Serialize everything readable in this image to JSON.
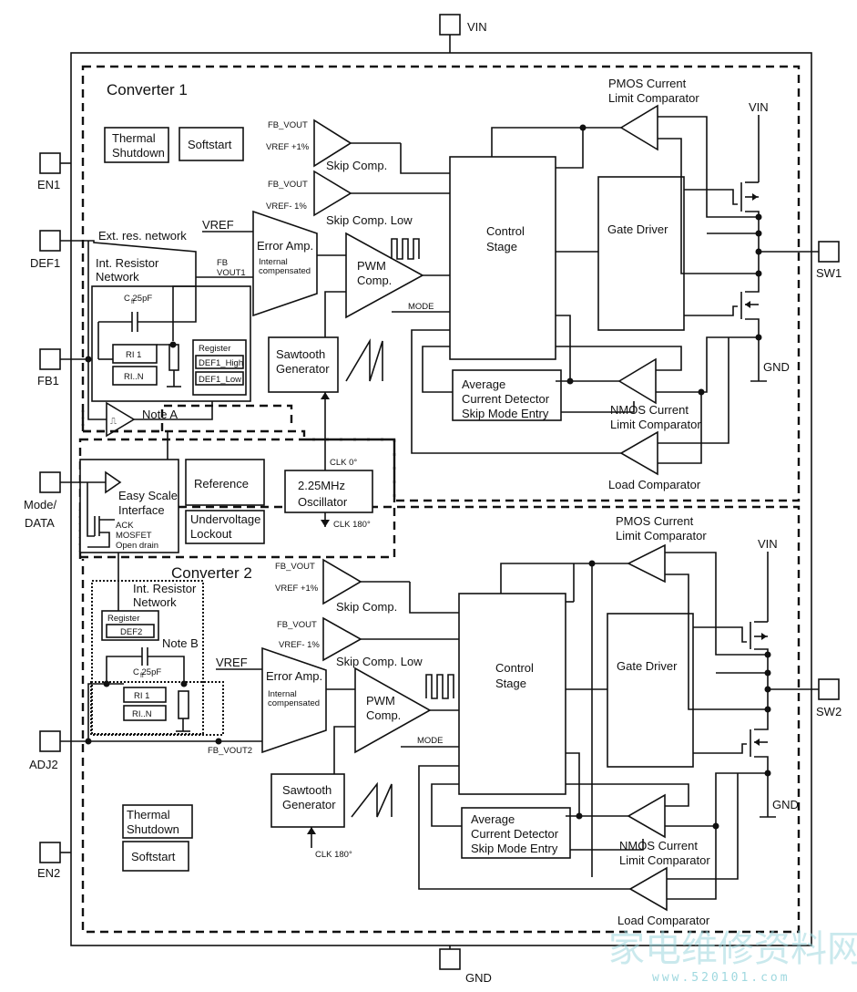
{
  "pins": {
    "vin": "VIN",
    "gnd": "GND",
    "en1": "EN1",
    "def1": "DEF1",
    "fb1": "FB1",
    "mode_data": [
      "Mode/",
      "DATA"
    ],
    "adj2": "ADJ2",
    "en2": "EN2",
    "sw1": "SW1",
    "sw2": "SW2"
  },
  "converter1": {
    "title": "Converter 1",
    "thermal": [
      "Thermal",
      "Shutdown"
    ],
    "softstart": "Softstart",
    "fb_vout_a": "FB_VOUT",
    "vref_plus": "VREF +1%",
    "skip_comp": "Skip Comp.",
    "fb_vout_b": "FB_VOUT",
    "vref_minus": "VREF- 1%",
    "skip_comp_low": "Skip Comp. Low",
    "ext_res": "Ext. res. network",
    "int_res": [
      "Int. Resistor",
      "Network"
    ],
    "cff": "C    25pF",
    "cff_sub": "ff",
    "ri1": "RI 1",
    "rin": "RI..N",
    "register": "Register",
    "def1_high": "DEF1_High",
    "def1_low": "DEF1_Low",
    "note_a": "Note A",
    "vref": "VREF",
    "error_amp": "Error Amp.",
    "internal_comp": [
      "Internal",
      "compensated"
    ],
    "fb_vout1": [
      "FB",
      "VOUT1"
    ],
    "pwm_comp": [
      "PWM",
      "Comp."
    ],
    "sawtooth": [
      "Sawtooth",
      "Generator"
    ],
    "mode": "MODE",
    "control_stage": [
      "Control",
      "Stage"
    ],
    "gate_driver": "Gate Driver",
    "pmos": [
      "PMOS Current",
      "Limit Comparator"
    ],
    "vin_fet": "VIN",
    "gnd_fet": "GND",
    "avg_det": [
      "Average",
      "Current Detector",
      "Skip Mode Entry"
    ],
    "nmos": [
      "NMOS Current",
      "Limit Comparator"
    ],
    "load_comp": "Load Comparator"
  },
  "shared": {
    "easy_scale": [
      "Easy Scale",
      "Interface"
    ],
    "ack": [
      "ACK",
      "MOSFET",
      "Open drain"
    ],
    "reference": "Reference",
    "uvlo": [
      "Undervoltage",
      "Lockout"
    ],
    "oscillator": [
      "2.25MHz",
      "Oscillator"
    ],
    "clk0": "CLK 0°",
    "clk180": "CLK 180°"
  },
  "converter2": {
    "title": "Converter 2",
    "int_res": [
      "Int. Resistor",
      "Network"
    ],
    "register": "Register",
    "def2": "DEF2",
    "note_b": "Note B",
    "cff": "C    25pF",
    "cff_sub": "ff",
    "ri1": "RI 1",
    "rin": "RI..N",
    "fb_vout_a": "FB_VOUT",
    "vref_plus": "VREF +1%",
    "skip_comp": "Skip Comp.",
    "fb_vout_b": "FB_VOUT",
    "vref_minus": "VREF- 1%",
    "skip_comp_low": "Skip Comp. Low",
    "vref": "VREF",
    "error_amp": "Error Amp.",
    "internal_comp": [
      "Internal",
      "compensated"
    ],
    "fb_vout2": "FB_VOUT2",
    "pwm_comp": [
      "PWM",
      "Comp."
    ],
    "sawtooth": [
      "Sawtooth",
      "Generator"
    ],
    "clk180": "CLK 180°",
    "mode": "MODE",
    "control_stage": [
      "Control",
      "Stage"
    ],
    "gate_driver": "Gate Driver",
    "pmos": [
      "PMOS Current",
      "Limit Comparator"
    ],
    "vin_fet": "VIN",
    "gnd_fet": "GND",
    "avg_det": [
      "Average",
      "Current Detector",
      "Skip Mode Entry"
    ],
    "nmos": [
      "NMOS Current",
      "Limit Comparator"
    ],
    "load_comp": "Load Comparator",
    "thermal": [
      "Thermal",
      "Shutdown"
    ],
    "softstart": "Softstart"
  },
  "watermark": {
    "cn": "家电维修资料网",
    "url": "www.520101.com"
  }
}
